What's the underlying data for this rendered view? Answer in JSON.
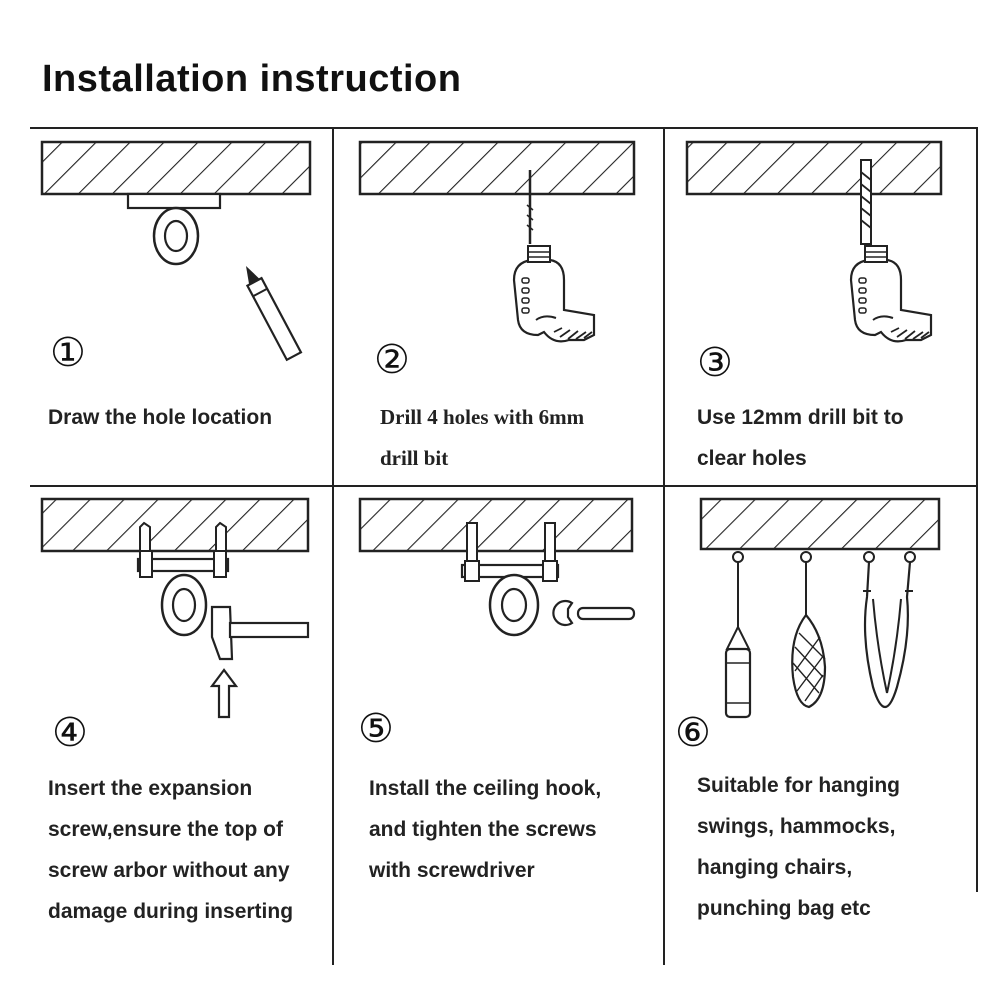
{
  "header": {
    "title": "Installation instruction"
  },
  "steps": [
    {
      "number": "①",
      "lines": [
        "Draw the hole location"
      ]
    },
    {
      "number": "②",
      "lines": [
        "Drill 4 holes with 6mm",
        "drill bit"
      ]
    },
    {
      "number": "③",
      "lines": [
        "Use 12mm drill bit to",
        "clear holes"
      ]
    },
    {
      "number": "④",
      "lines": [
        "Insert the expansion",
        "screw,ensure the top of",
        "screw arbor without any",
        "damage during inserting"
      ]
    },
    {
      "number": "⑤",
      "lines": [
        "Install the ceiling hook,",
        "and tighten the screws",
        "with screwdriver"
      ]
    },
    {
      "number": "⑥",
      "lines": [
        "Suitable for hanging",
        "swings, hammocks,",
        "hanging chairs,",
        "punching bag etc"
      ]
    }
  ],
  "icons": [
    "ceiling-hatch-icon",
    "ceiling-hook-icon",
    "pencil-icon",
    "electric-drill-icon",
    "drill-bit-icon",
    "expansion-screw-icon",
    "hammer-icon",
    "up-arrow-icon",
    "wrench-icon",
    "punching-bag-icon",
    "hanging-chair-icon",
    "swing-icon"
  ],
  "colors": {
    "line": "#222222",
    "background": "#ffffff"
  }
}
